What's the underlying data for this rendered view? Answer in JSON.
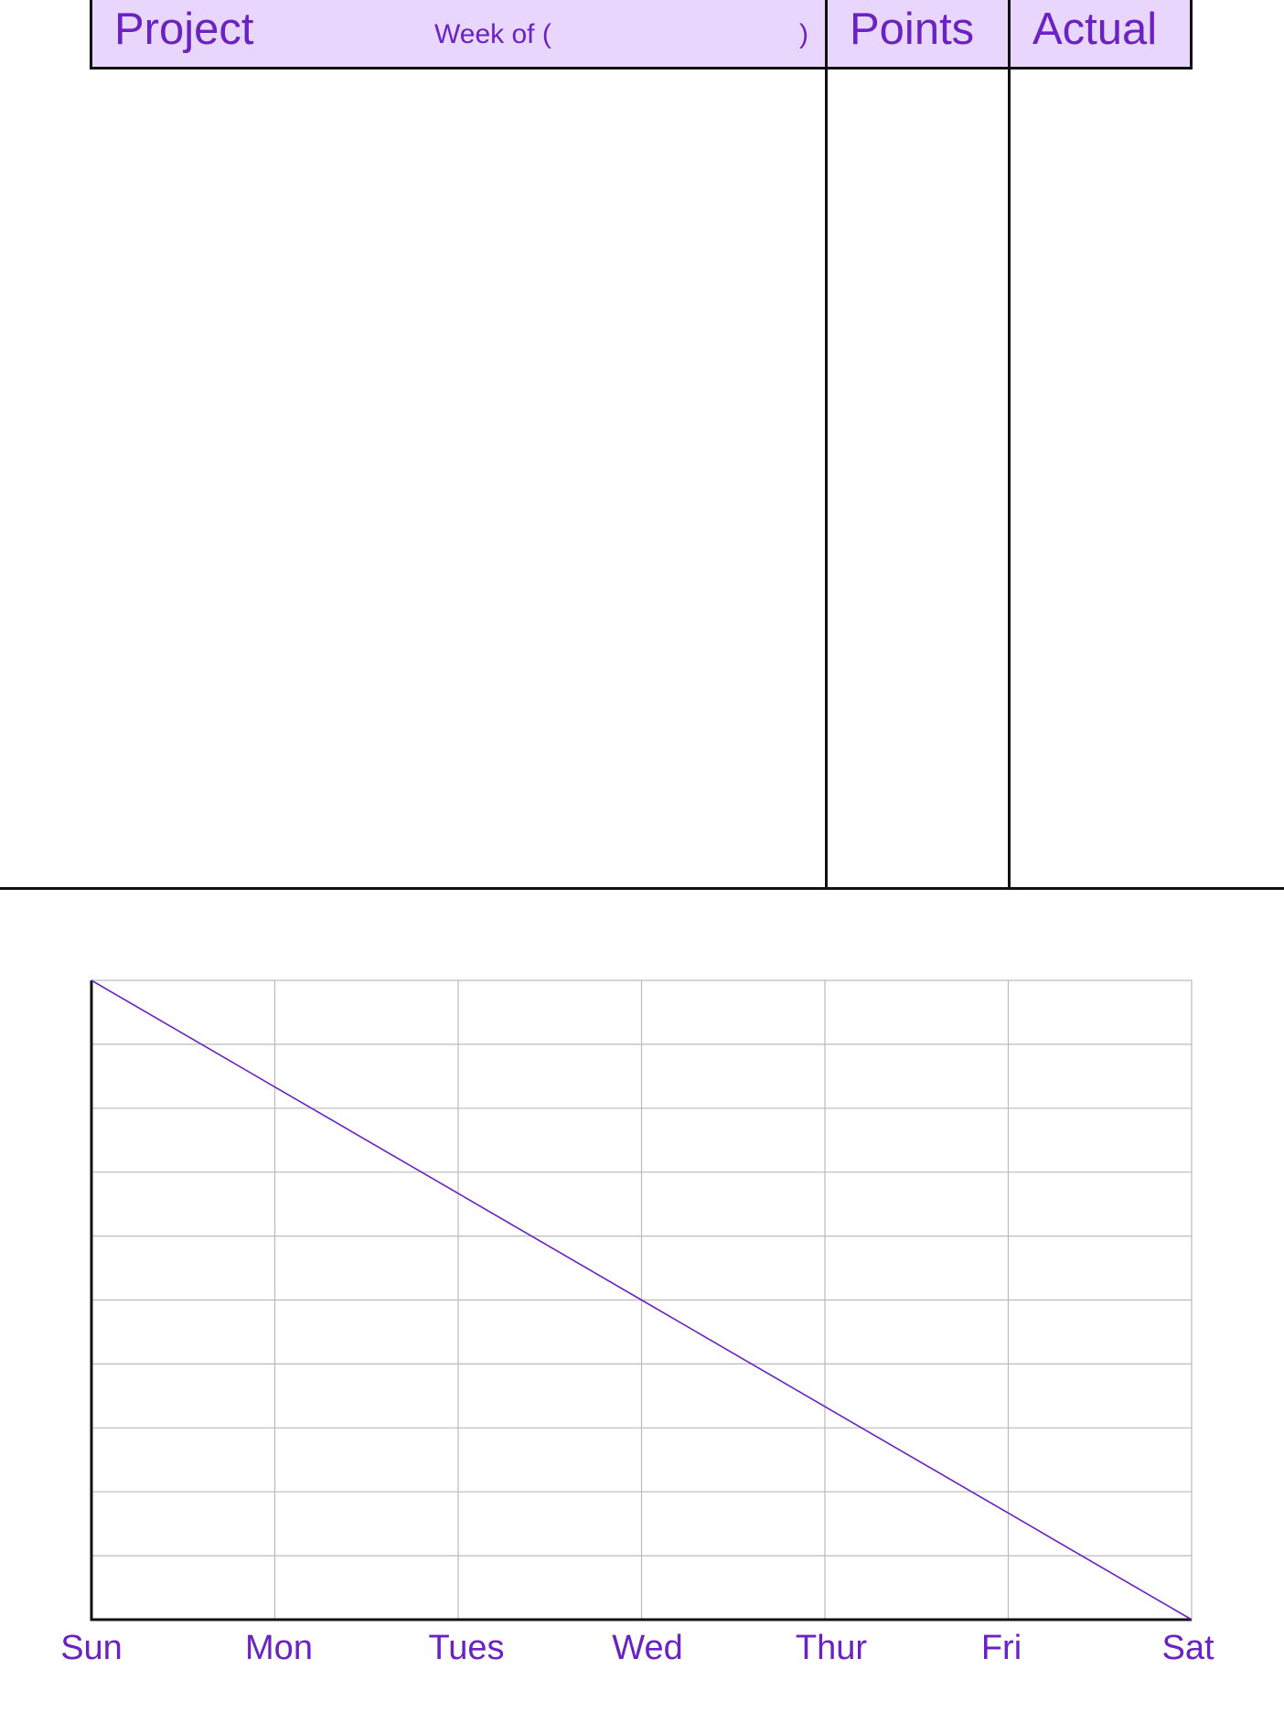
{
  "header": {
    "project_label": "Project",
    "week_label": "Week of (",
    "week_close": ")",
    "points_label": "Points",
    "actual_label": "Actual",
    "band_color": "#e8d6fc",
    "text_color": "#6a22c2"
  },
  "chart_data": {
    "type": "line",
    "categories": [
      "Sun",
      "Mon",
      "Tues",
      "Wed",
      "Thur",
      "Fri",
      "Sat"
    ],
    "series": [
      {
        "values": [
          100,
          83.33,
          66.67,
          50,
          33.33,
          16.67,
          0
        ]
      }
    ],
    "ylim": [
      0,
      100
    ],
    "y_gridlines": 10,
    "grid": true,
    "line_color": "#6a22c2",
    "grid_color": "#bbbbbb",
    "axis_color": "#111111",
    "label_color": "#6a22c2"
  }
}
